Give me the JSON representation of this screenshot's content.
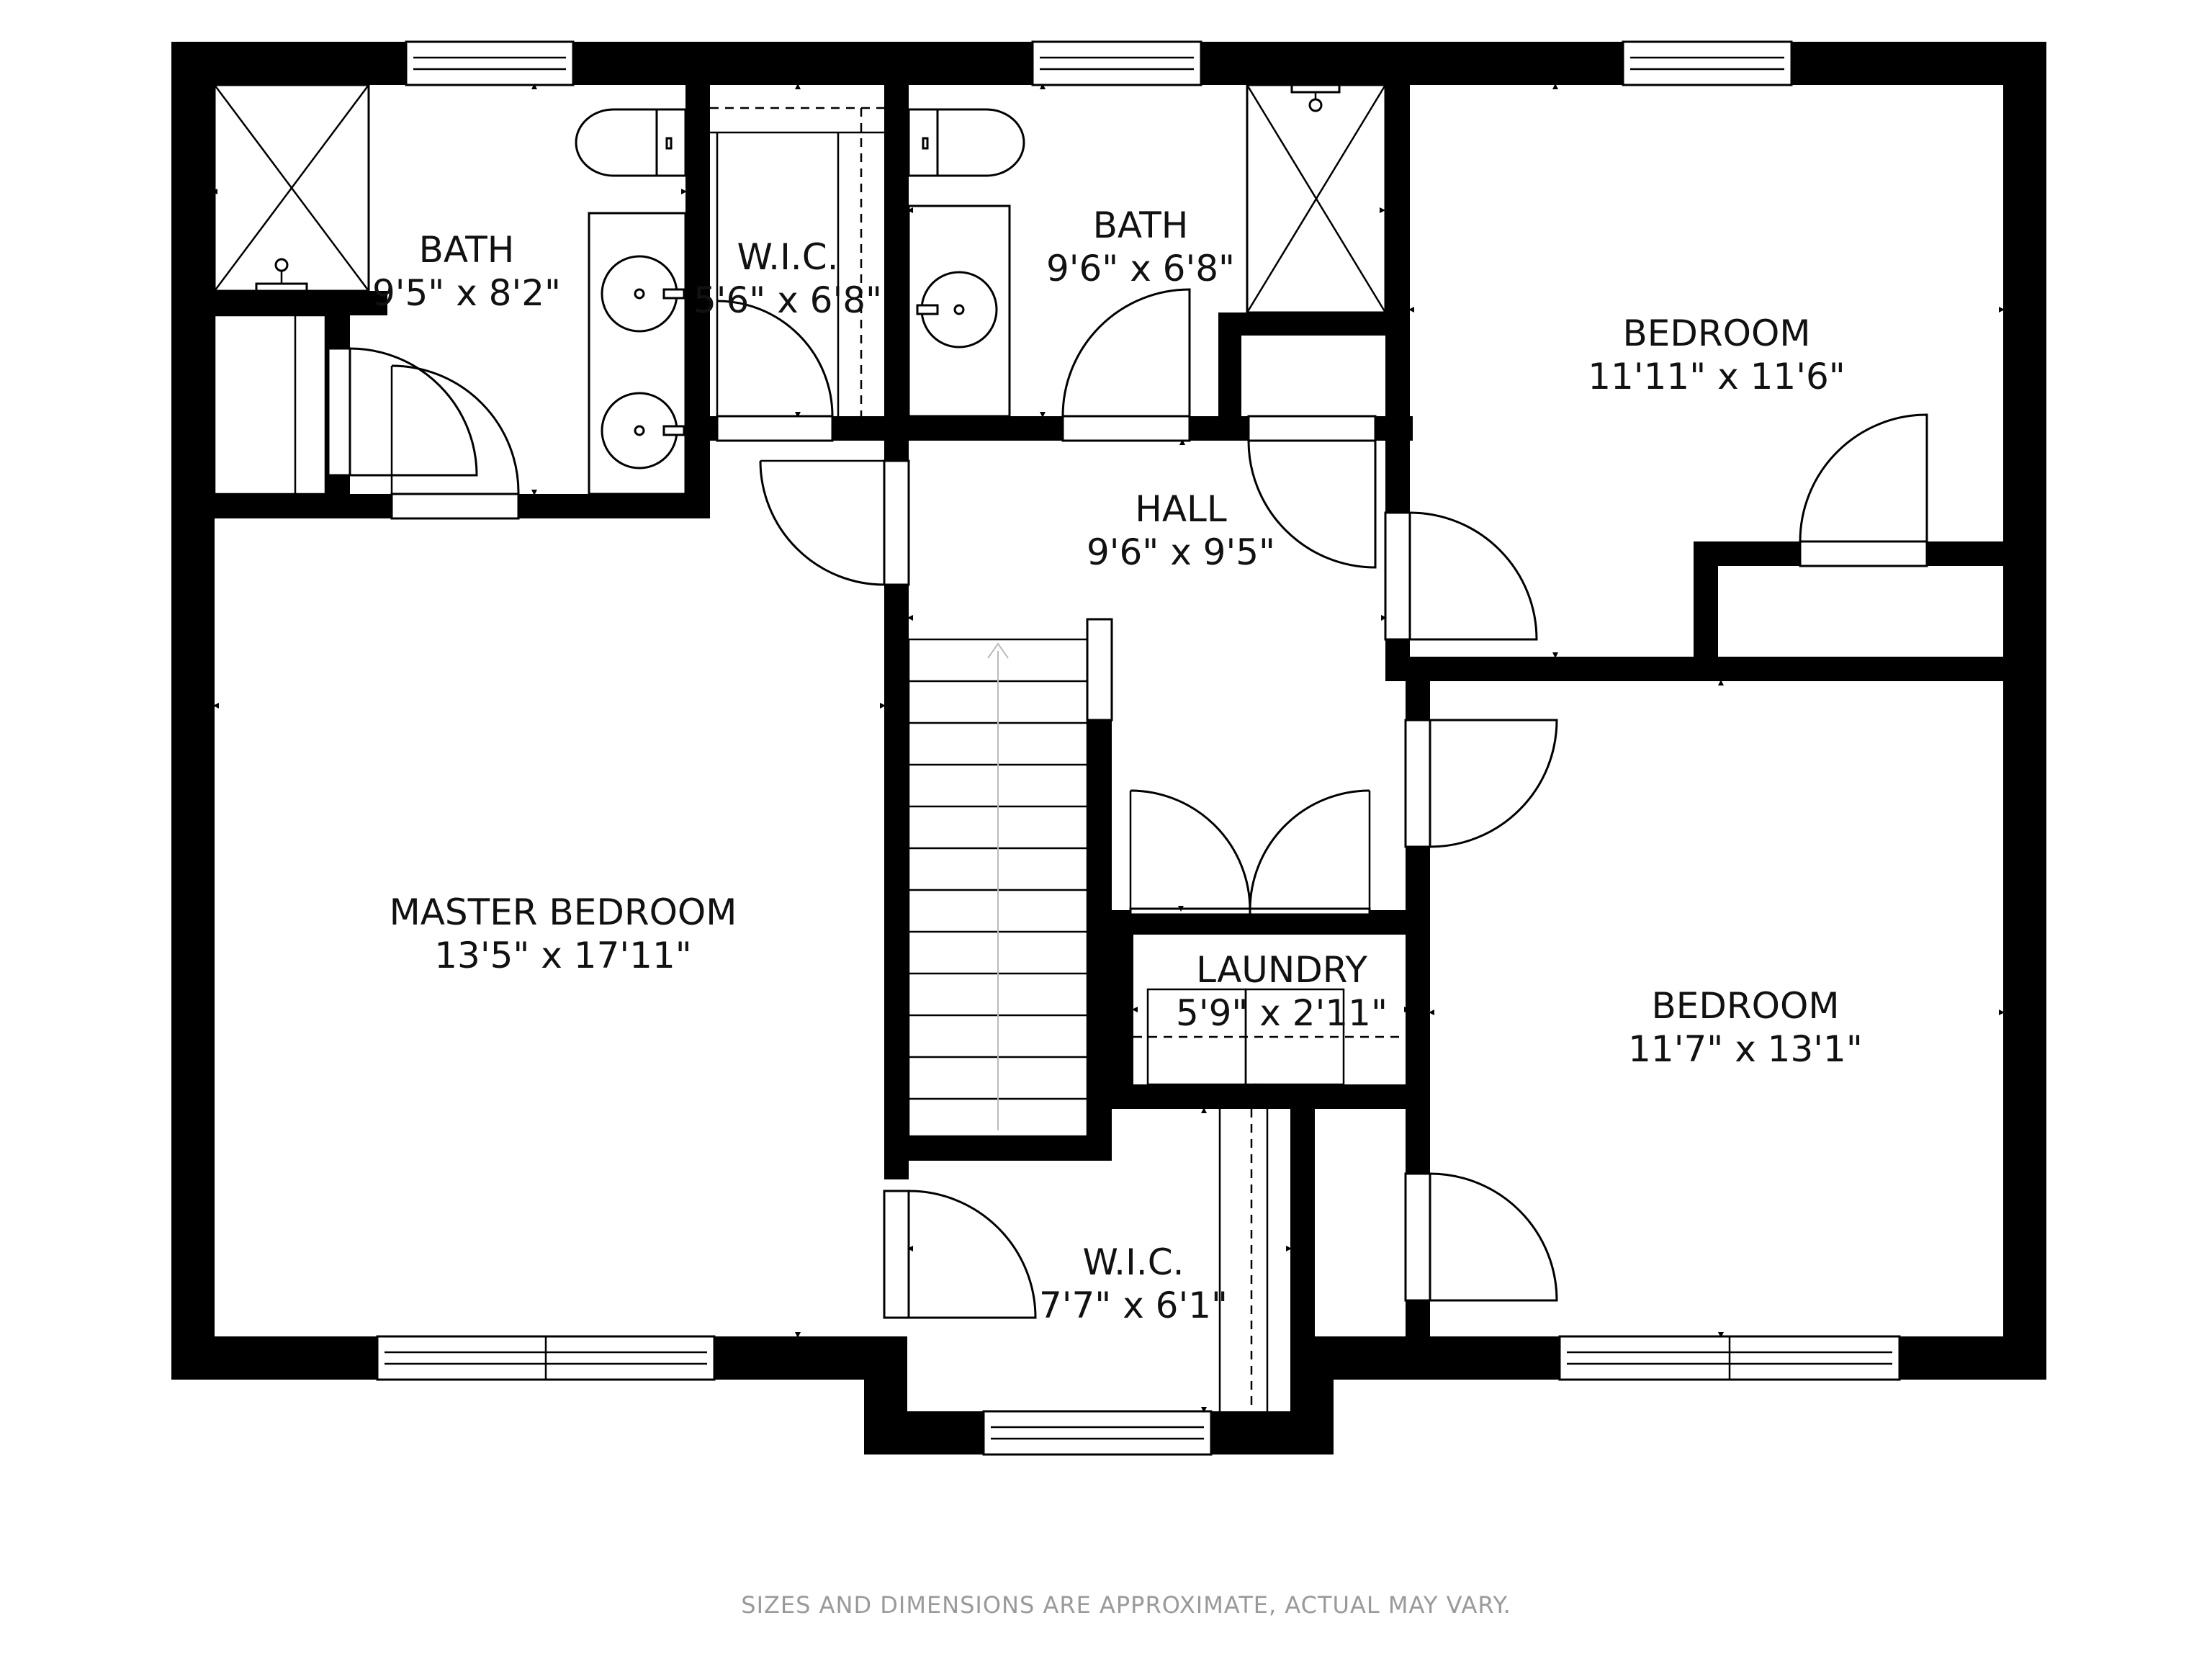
{
  "floorplan": {
    "rooms": [
      {
        "id": "master-bath",
        "name": "BATH",
        "dimensions": "9'5\" x 8'2\""
      },
      {
        "id": "master-wic",
        "name": "W.I.C.",
        "dimensions": "5'6\" x 6'8\""
      },
      {
        "id": "hall-bath",
        "name": "BATH",
        "dimensions": "9'6\" x 6'8\""
      },
      {
        "id": "bedroom-1",
        "name": "BEDROOM",
        "dimensions": "11'11\" x 11'6\""
      },
      {
        "id": "hall",
        "name": "HALL",
        "dimensions": "9'6\" x 9'5\""
      },
      {
        "id": "master-bedroom",
        "name": "MASTER BEDROOM",
        "dimensions": "13'5\" x 17'11\""
      },
      {
        "id": "laundry",
        "name": "LAUNDRY",
        "dimensions": "5'9\" x 2'11\""
      },
      {
        "id": "bedroom-2",
        "name": "BEDROOM",
        "dimensions": "11'7\" x 13'1\""
      },
      {
        "id": "wic-2",
        "name": "W.I.C.",
        "dimensions": "7'7\" x 6'1\""
      }
    ],
    "disclaimer": "SIZES AND DIMENSIONS ARE APPROXIMATE, ACTUAL MAY VARY."
  }
}
